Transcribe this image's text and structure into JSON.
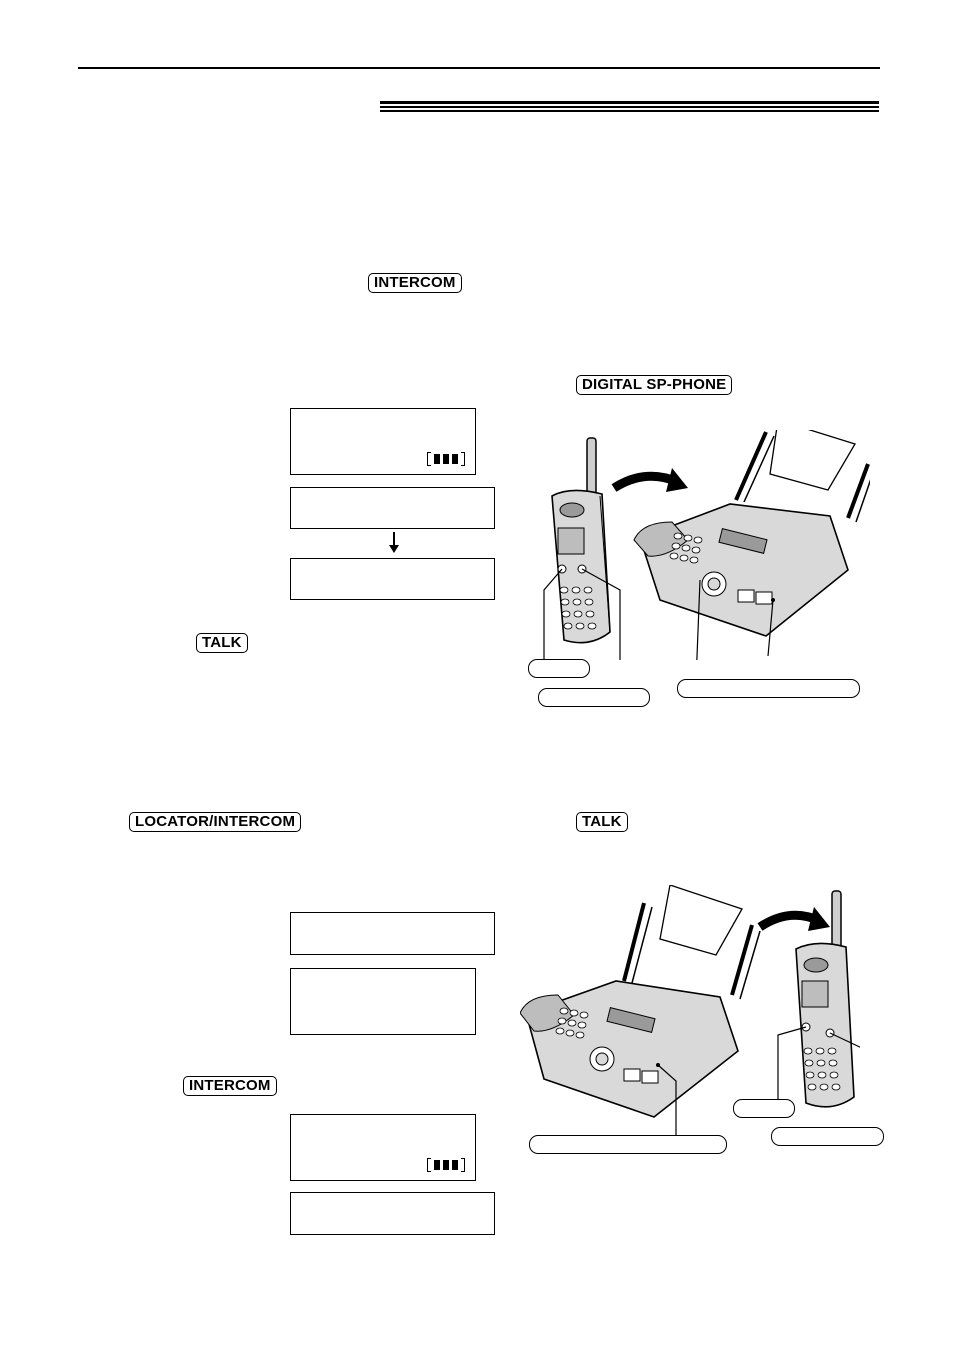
{
  "keys": {
    "intercom_1": "INTERCOM",
    "digital_sp_phone": "DIGITAL SP-PHONE",
    "talk_1": "TALK",
    "locator_intercom": "LOCATOR/INTERCOM",
    "talk_2": "TALK",
    "intercom_2": "INTERCOM"
  },
  "battery_levels": {
    "display_1": 3,
    "display_7": 3
  },
  "colors": {
    "ink": "#000000",
    "paper": "#ffffff",
    "device_body": "#d9d9d9",
    "device_shade": "#9a9a9a"
  },
  "icons": {
    "arrow_down": "arrow-down-icon",
    "handset": "cordless-handset-illustration",
    "fax": "fax-machine-illustration",
    "curved_arrow": "curved-arrow-icon"
  }
}
